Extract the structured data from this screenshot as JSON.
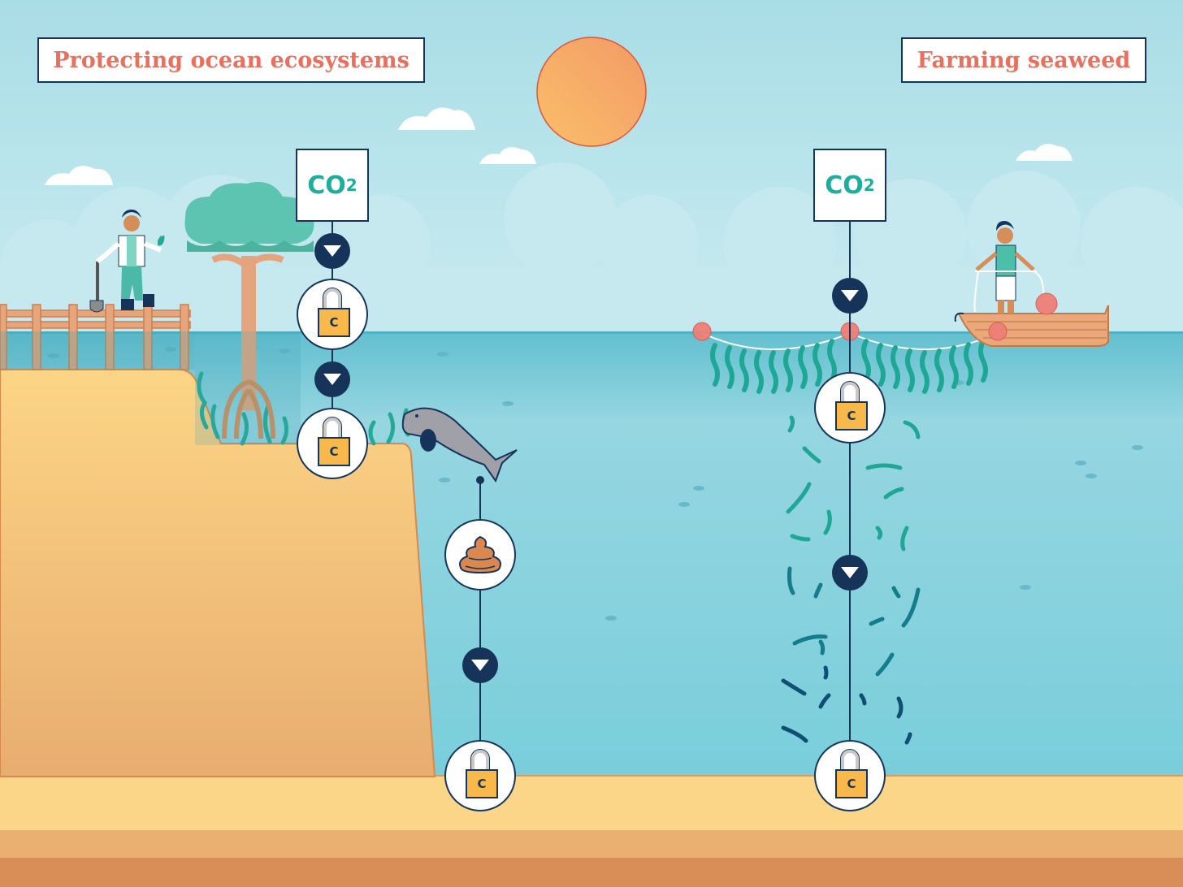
{
  "titles": {
    "left": "Protecting ocean ecosystems",
    "right": "Farming seaweed"
  },
  "co2_label": {
    "main": "CO",
    "subscript": "2"
  },
  "lock_label": "C",
  "colors": {
    "sky_top": "#a9dde6",
    "sky_bottom": "#c9ebf0",
    "sea_surface": "#5cbccc",
    "sea_deep": "#7ccfdc",
    "sand_light": "#fdd88a",
    "sand_mid": "#f0b774",
    "sand_dark": "#d98c55",
    "title_text": "#e9705e",
    "navy": "#16345a",
    "teal": "#1fae9e",
    "lock_gold": "#f8b84a",
    "sun": "#f5a462"
  },
  "left_pathway": {
    "steps": [
      {
        "type": "co2",
        "label": "CO2 box"
      },
      {
        "type": "arrow"
      },
      {
        "type": "lock",
        "label": "C"
      },
      {
        "type": "arrow"
      },
      {
        "type": "lock",
        "label": "C"
      }
    ]
  },
  "dugong_pathway": {
    "steps": [
      {
        "type": "dot"
      },
      {
        "type": "poop"
      },
      {
        "type": "arrow"
      },
      {
        "type": "lock",
        "label": "C"
      }
    ]
  },
  "right_pathway": {
    "steps": [
      {
        "type": "co2",
        "label": "CO2 box"
      },
      {
        "type": "arrow"
      },
      {
        "type": "lock",
        "label": "C"
      },
      {
        "type": "arrow"
      },
      {
        "type": "lock",
        "label": "C"
      }
    ]
  },
  "illustrations": [
    "sun",
    "clouds",
    "pier",
    "scientist-with-shovel",
    "mangrove-tree",
    "seagrass",
    "dugong",
    "fish",
    "seaweed-farm-line",
    "buoys",
    "boat",
    "farmer",
    "seaweed-fragments",
    "sand-seabed"
  ]
}
